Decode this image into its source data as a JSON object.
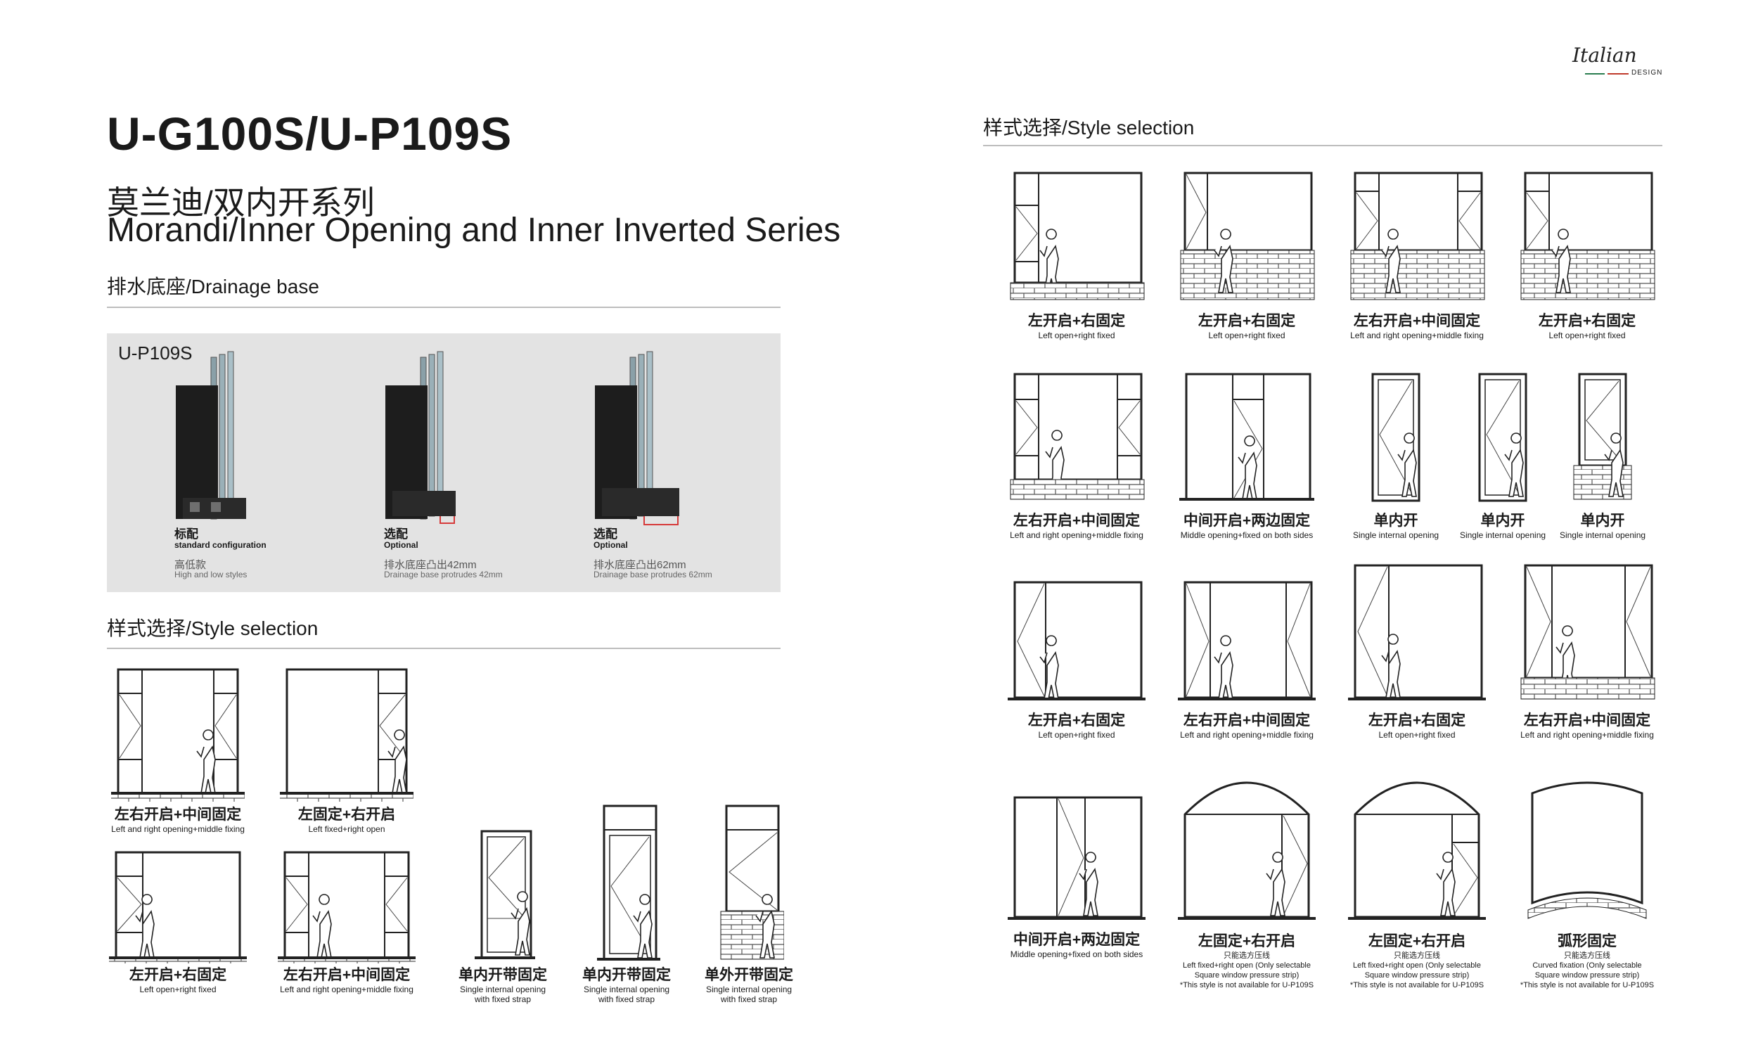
{
  "header": {
    "model": "U-G100S/U-P109S",
    "series_cn": "莫兰迪/双内开系列",
    "series_en": "Morandi/Inner Opening and Inner Inverted Series"
  },
  "brand": {
    "logo_text": "Italian",
    "logo_sub": "DESIGN"
  },
  "drainage": {
    "heading": "排水底座/Drainage base",
    "panel_title": "U-P109S",
    "profiles": [
      {
        "label": "标配",
        "sub": "standard configuration",
        "desc_cn": "高低款",
        "desc_en": "High and low styles"
      },
      {
        "label": "选配",
        "sub": "Optional",
        "desc_cn": "排水底座凸出42mm",
        "desc_en": "Drainage base protrudes 42mm"
      },
      {
        "label": "选配",
        "sub": "Optional",
        "desc_cn": "排水底座凸出62mm",
        "desc_en": "Drainage base protrudes 62mm"
      }
    ]
  },
  "left_styles": {
    "heading": "样式选择/Style selection",
    "items": [
      {
        "cn": "左右开启+中间固定",
        "en": "Left and right opening+middle fixing"
      },
      {
        "cn": "左固定+右开启",
        "en": "Left fixed+right open"
      },
      {
        "cn": "左开启+右固定",
        "en": "Left open+right fixed"
      },
      {
        "cn": "左右开启+中间固定",
        "en": "Left and right opening+middle fixing"
      },
      {
        "cn": "单内开带固定",
        "en": "Single internal opening",
        "en2": "with fixed strap"
      },
      {
        "cn": "单内开带固定",
        "en": "Single internal opening",
        "en2": "with fixed strap"
      },
      {
        "cn": "单外开带固定",
        "en": "Single internal opening",
        "en2": "with fixed strap"
      }
    ]
  },
  "right_styles": {
    "heading": "样式选择/Style selection",
    "rows": [
      [
        {
          "cn": "左开启+右固定",
          "en": "Left open+right fixed"
        },
        {
          "cn": "左开启+右固定",
          "en": "Left open+right fixed"
        },
        {
          "cn": "左右开启+中间固定",
          "en": "Left and right opening+middle fixing"
        },
        {
          "cn": "左开启+右固定",
          "en": "Left open+right fixed"
        }
      ],
      [
        {
          "cn": "左右开启+中间固定",
          "en": "Left and right opening+middle fixing"
        },
        {
          "cn": "中间开启+两边固定",
          "en": "Middle opening+fixed on both sides"
        },
        {
          "cn": "单内开",
          "en": "Single internal opening"
        },
        {
          "cn": "单内开",
          "en": "Single internal opening"
        },
        {
          "cn": "单内开",
          "en": "Single internal opening"
        }
      ],
      [
        {
          "cn": "左开启+右固定",
          "en": "Left open+right fixed"
        },
        {
          "cn": "左右开启+中间固定",
          "en": "Left and right opening+middle fixing"
        },
        {
          "cn": "左开启+右固定",
          "en": "Left open+right fixed"
        },
        {
          "cn": "左右开启+中间固定",
          "en": "Left and right opening+middle fixing"
        }
      ],
      [
        {
          "cn": "中间开启+两边固定",
          "en": "Middle opening+fixed on both sides"
        },
        {
          "cn": "左固定+右开启",
          "sub": "只能选方压线",
          "en": "Left fixed+right open (Only selectable",
          "en2": "Square window pressure strip)",
          "note": "*This style is not available for U-P109S"
        },
        {
          "cn": "左固定+右开启",
          "sub": "只能选方压线",
          "en": "Left fixed+right open (Only selectable",
          "en2": "Square window pressure strip)",
          "note": "*This style is not available for U-P109S"
        },
        {
          "cn": "弧形固定",
          "sub": "只能选方压线",
          "en": "Curved fixation (Only selectable",
          "en2": "Square window pressure strip)",
          "note": "*This style is not available for U-P109S"
        }
      ]
    ]
  }
}
